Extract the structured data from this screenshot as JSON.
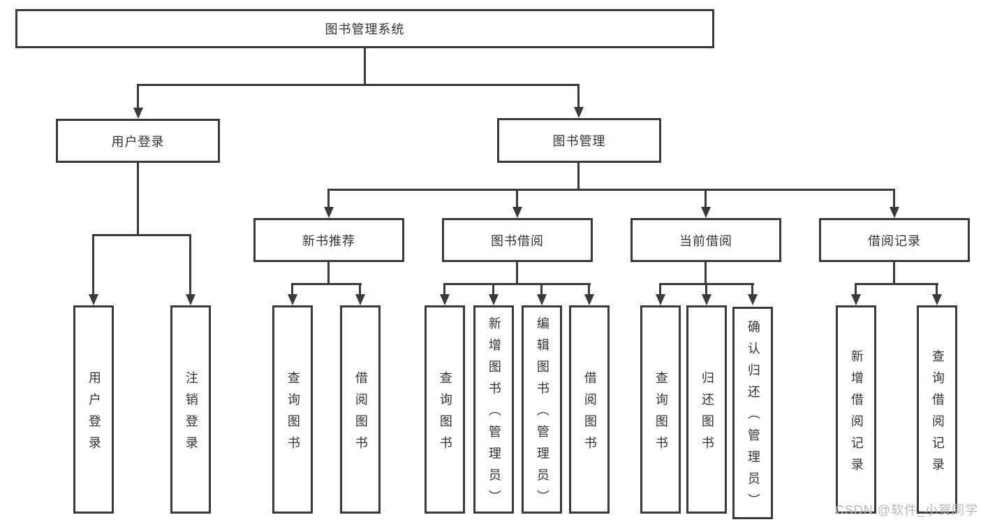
{
  "diagram": {
    "title": "图书管理系统",
    "level2": {
      "user": "用户登录",
      "book": "图书管理"
    },
    "level3": {
      "new_book": "新书推荐",
      "borrow": "图书借阅",
      "current": "当前借阅",
      "records": "借阅记录"
    },
    "level4": {
      "user": [
        "用户登录",
        "注销登录"
      ],
      "new_book": [
        "查询图书",
        "借阅图书"
      ],
      "borrow": [
        "查询图书",
        "新增图书（管理员）",
        "编辑图书（管理员）",
        "借阅图书"
      ],
      "current": [
        "查询图书",
        "归还图书",
        "确认归还（管理员）"
      ],
      "records": [
        "新增借阅记录",
        "查询借阅记录"
      ]
    }
  },
  "watermark": "CSDN @软件_小贺同学",
  "colors": {
    "line": "#3a3a3a",
    "text": "#333333",
    "watermark": "#b4bac1",
    "background": "#ffffff"
  }
}
